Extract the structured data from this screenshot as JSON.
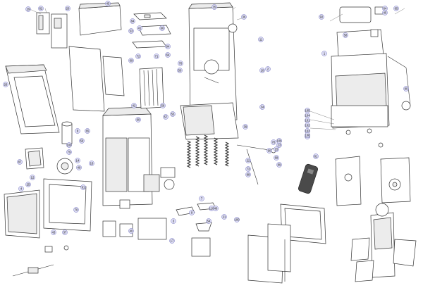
{
  "diagram": {
    "labels": [
      "29",
      "62",
      "20",
      "45",
      "84",
      "53",
      "69",
      "72",
      "71",
      "41",
      "66",
      "94",
      "64",
      "78",
      "50",
      "42",
      "56",
      "55",
      "57",
      "60",
      "26",
      "65",
      "8",
      "59",
      "109",
      "79",
      "14",
      "49",
      "16",
      "87",
      "12",
      "25",
      "91",
      "105",
      "104",
      "101",
      "102",
      "103",
      "111",
      "108",
      "4",
      "70",
      "37",
      "43",
      "40",
      "17",
      "3",
      "46",
      "54",
      "21",
      "22",
      "73",
      "88",
      "89",
      "39",
      "58",
      "81",
      "92",
      "1",
      "64",
      "45",
      "65",
      "80",
      "34",
      "35",
      "36",
      "11",
      "10",
      "2",
      "90",
      "68",
      "15",
      "13",
      "76",
      "106",
      "110",
      "9",
      "7",
      "100"
    ]
  }
}
